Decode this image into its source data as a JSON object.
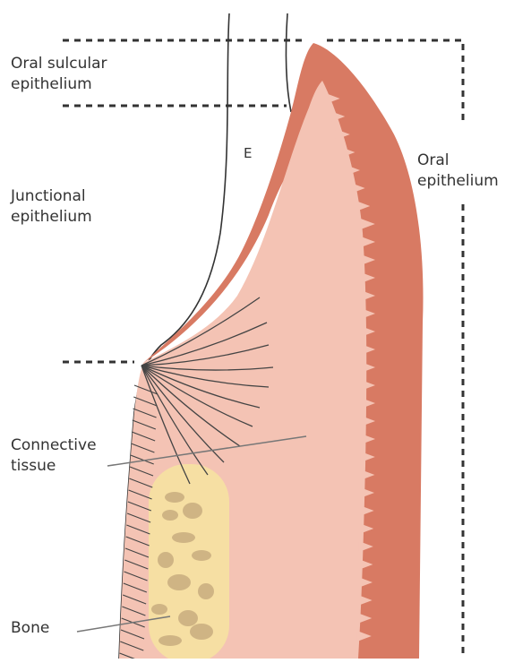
{
  "labels": {
    "oral_sulcular": [
      "Oral sulcular",
      "epithelium"
    ],
    "junctional": [
      "Junctional",
      "epithelium"
    ],
    "oral_epithelium": [
      "Oral",
      "epithelium"
    ],
    "connective": [
      "Connective",
      "tissue"
    ],
    "bone": "Bone",
    "enamel_marker": "E"
  },
  "colors": {
    "epithelium": "#D87A63",
    "connective_tissue": "#F4C3B4",
    "bone": "#F6DFA3",
    "bone_spots": "#C8AD7F",
    "outline": "#333333",
    "fibers": "#444444"
  }
}
